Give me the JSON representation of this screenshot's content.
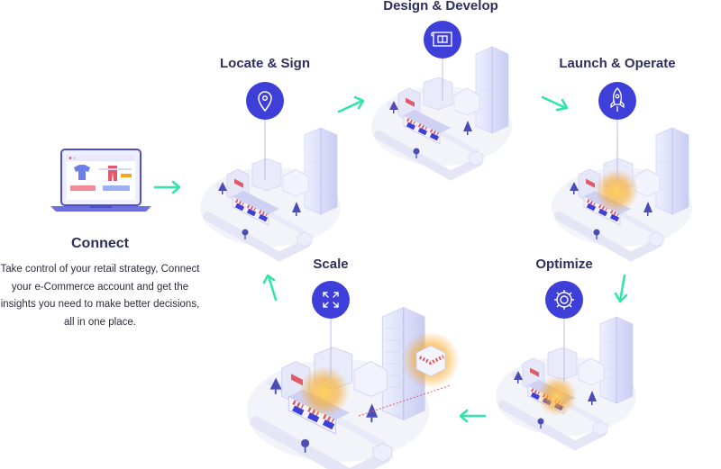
{
  "stages": {
    "locate": {
      "title": "Locate & Sign",
      "icon": "map-pin-icon"
    },
    "design": {
      "title": "Design & Develop",
      "icon": "blueprint-icon"
    },
    "launch": {
      "title": "Launch & Operate",
      "icon": "rocket-icon"
    },
    "optimize": {
      "title": "Optimize",
      "icon": "gear-icon"
    },
    "scale": {
      "title": "Scale",
      "icon": "expand-arrows-icon"
    }
  },
  "connect": {
    "title": "Connect",
    "description": "Take control of your retail strategy, Connect your e-Commerce account and get the insights you need to make better decisions, all in one place."
  },
  "colors": {
    "accent": "#3d3fd8",
    "arrow": "#2ee6a6",
    "title": "#2e2f5e",
    "glow": "#f7a41d"
  }
}
